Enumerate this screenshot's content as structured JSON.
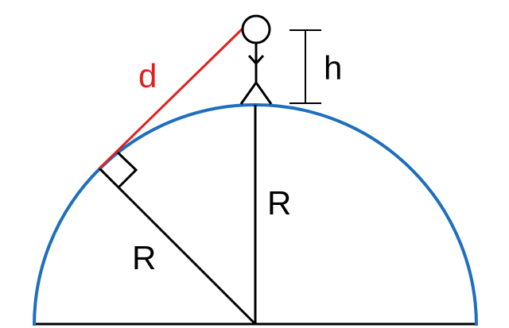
{
  "labels": {
    "d": "d",
    "h": "h",
    "radius_slanted": "R",
    "radius_vertical": "R"
  },
  "colors": {
    "arc": "#1f6fbf",
    "tangent": "#e0201e",
    "ink": "#000000",
    "background": "#ffffff"
  }
}
